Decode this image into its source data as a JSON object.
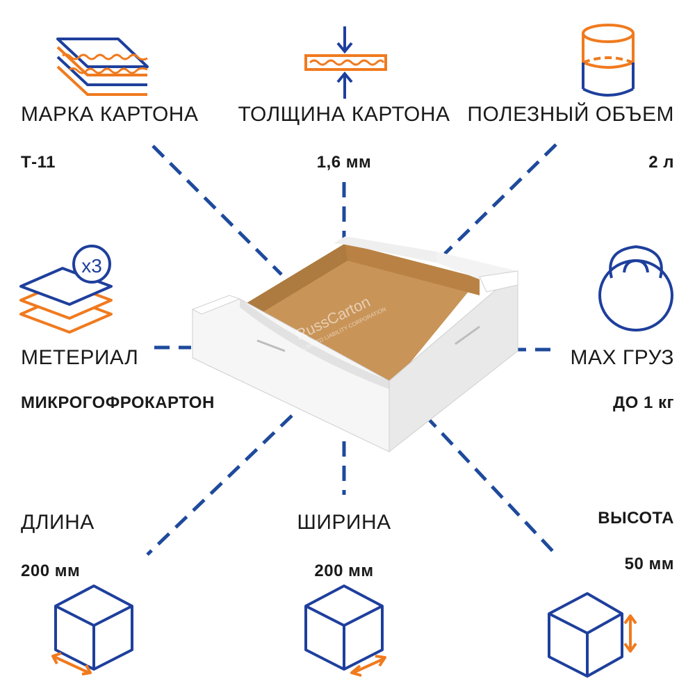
{
  "colors": {
    "blue": "#1e3f9c",
    "orange": "#f07a1e",
    "dash": "#1e4a9c",
    "box_inner": "#c99458"
  },
  "specs": {
    "brand": {
      "title": "МАРКА КАРТОНА",
      "value": "Т-11",
      "icon": "corrugated-layers-icon"
    },
    "thickness": {
      "title": "ТОЛЩИНА КАРТОНА",
      "value": "1,6 мм",
      "icon": "thickness-arrows-icon"
    },
    "volume": {
      "title": "ПОЛЕЗНЫЙ ОБЪЕМ",
      "value": "2 л",
      "icon": "cylinder-volume-icon"
    },
    "material": {
      "title": "МЕТЕРИАЛ",
      "value": "МИКРОГОФРОКАРТОН",
      "icon": "stacked-sheets-x3-icon",
      "badge": "x3"
    },
    "max_load": {
      "title": "MAX ГРУЗ",
      "value": "ДО 1 кг",
      "icon": "kettlebell-weight-icon"
    },
    "length": {
      "title": "ДЛИНА",
      "value": "200 мм",
      "icon": "cube-length-icon"
    },
    "width": {
      "title": "ШИРИНА",
      "value": "200 мм",
      "icon": "cube-width-icon"
    },
    "height": {
      "title": "ВЫСОТА",
      "value": "50 мм",
      "icon": "cube-height-icon"
    }
  },
  "product": {
    "watermark": "RussCarton",
    "watermark_sub": "LIMITED LIABILITY CORPORATION"
  }
}
